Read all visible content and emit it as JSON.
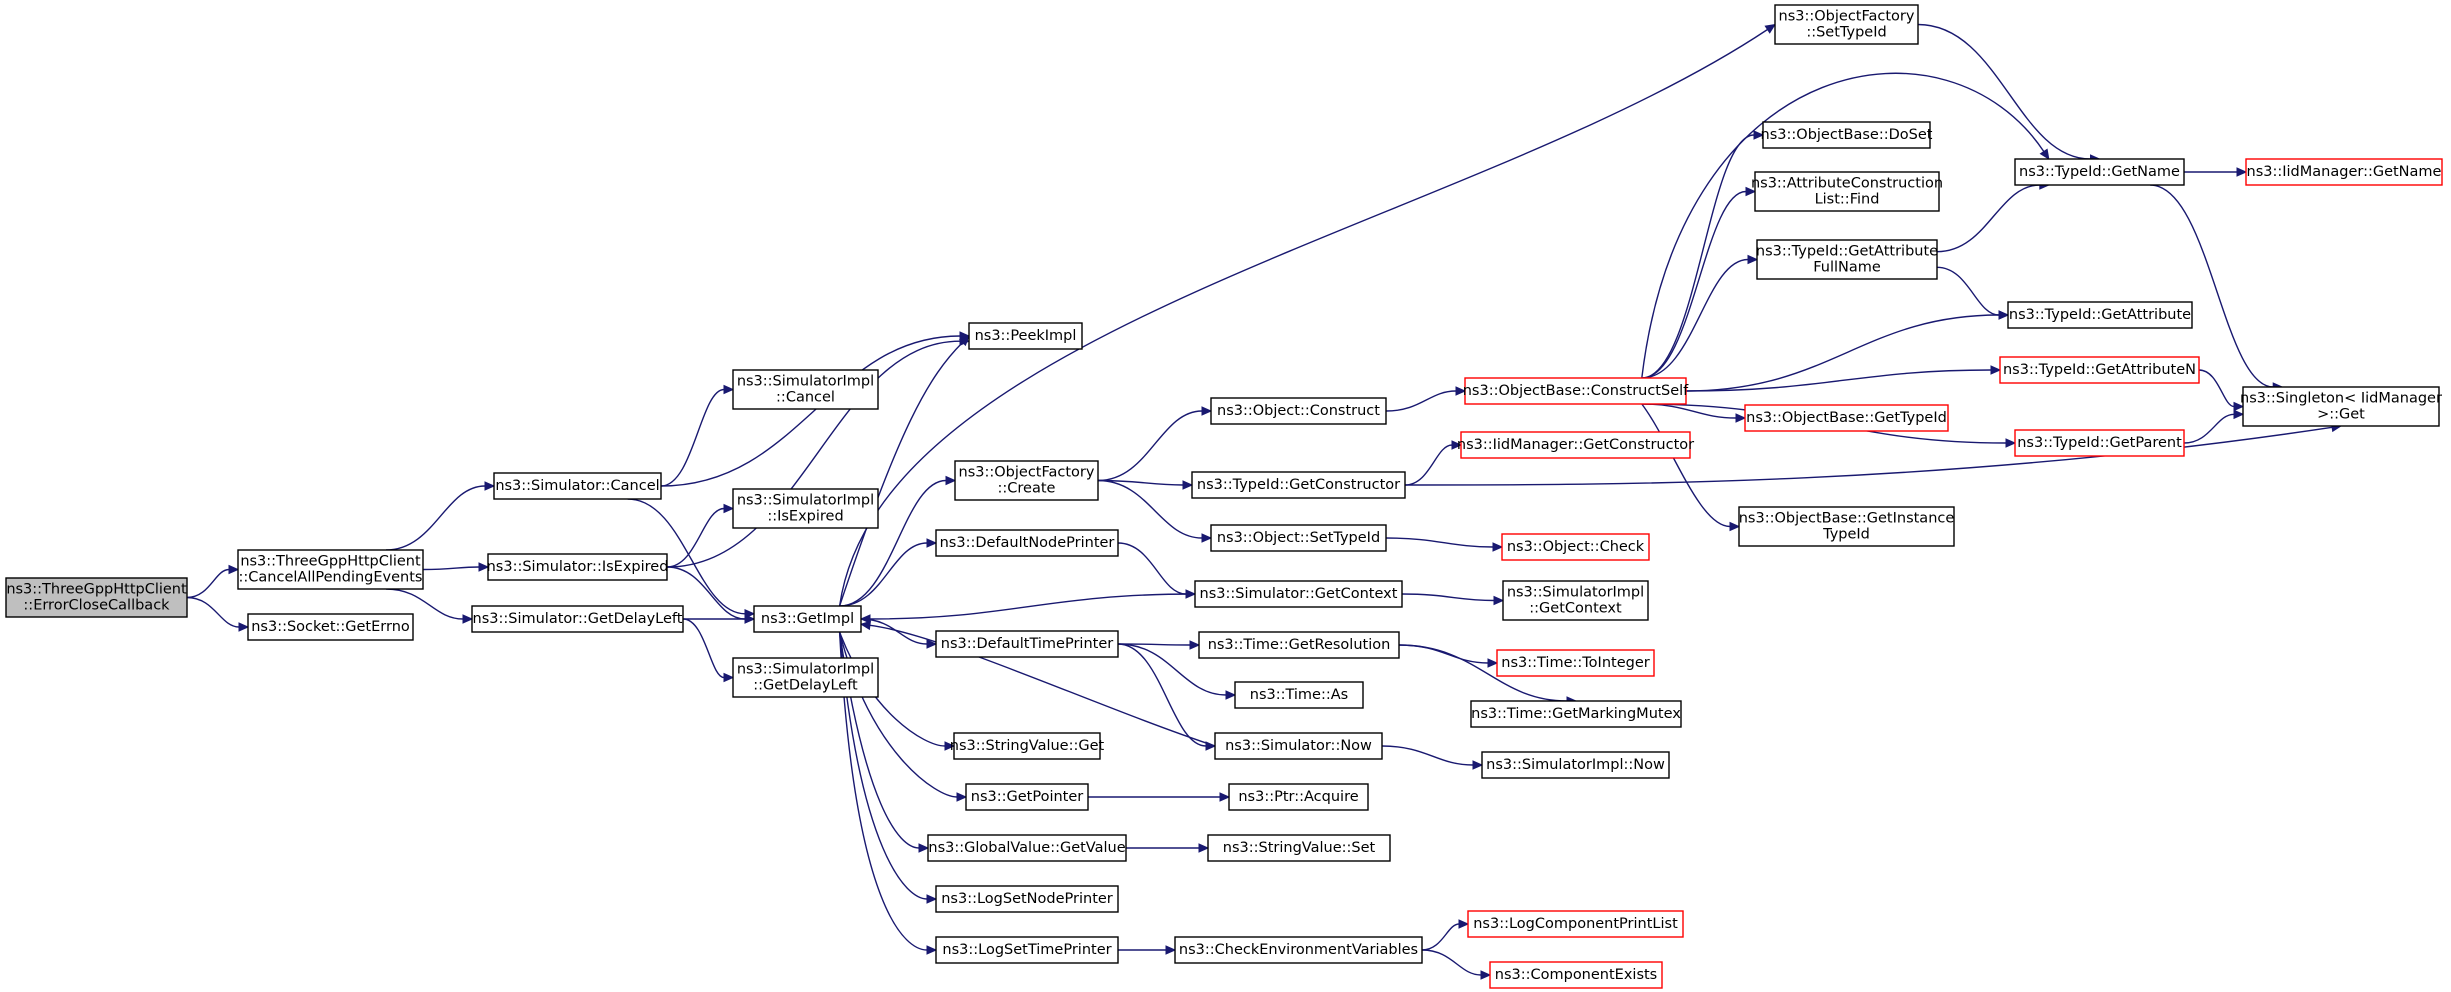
{
  "nodes": {
    "root": [
      "ns3::ThreeGppHttpClient",
      "::ErrorCloseCallback"
    ],
    "cancelall": [
      "ns3::ThreeGppHttpClient",
      "::CancelAllPendingEvents"
    ],
    "geterrno": [
      "ns3::Socket::GetErrno"
    ],
    "simcancel": [
      "ns3::Simulator::Cancel"
    ],
    "simisexpired": [
      "ns3::Simulator::IsExpired"
    ],
    "simgetdelayleft": [
      "ns3::Simulator::GetDelayLeft"
    ],
    "implcancel": [
      "ns3::SimulatorImpl",
      "::Cancel"
    ],
    "implisexpired": [
      "ns3::SimulatorImpl",
      "::IsExpired"
    ],
    "getimpl": [
      "ns3::GetImpl"
    ],
    "implgetdelayleft": [
      "ns3::SimulatorImpl",
      "::GetDelayLeft"
    ],
    "peekimpl": [
      "ns3::PeekImpl"
    ],
    "ofcreate": [
      "ns3::ObjectFactory",
      "::Create"
    ],
    "defaultnodeprinter": [
      "ns3::DefaultNodePrinter"
    ],
    "defaulttimeprinter": [
      "ns3::DefaultTimePrinter"
    ],
    "stringvalueget": [
      "ns3::StringValue::Get"
    ],
    "getpointer": [
      "ns3::GetPointer"
    ],
    "globalvalueget": [
      "ns3::GlobalValue::GetValue"
    ],
    "logsetnodeprinter": [
      "ns3::LogSetNodePrinter"
    ],
    "logsettimeprinter": [
      "ns3::LogSetTimePrinter"
    ],
    "objconstruct": [
      "ns3::Object::Construct"
    ],
    "typeidgetconstructor": [
      "ns3::TypeId::GetConstructor"
    ],
    "objsettypeid": [
      "ns3::Object::SetTypeId"
    ],
    "simgetcontext": [
      "ns3::Simulator::GetContext"
    ],
    "timegetresolution": [
      "ns3::Time::GetResolution"
    ],
    "timeas": [
      "ns3::Time::As"
    ],
    "simnow": [
      "ns3::Simulator::Now"
    ],
    "ptracquire": [
      "ns3::Ptr::Acquire"
    ],
    "stringvalueset": [
      "ns3::StringValue::Set"
    ],
    "checkenv": [
      "ns3::CheckEnvironmentVariables"
    ],
    "constructself": [
      "ns3::ObjectBase::ConstructSelf"
    ],
    "iidgetconstructor": [
      "ns3::IidManager::GetConstructor"
    ],
    "objcheck": [
      "ns3::Object::Check"
    ],
    "implgetcontext": [
      "ns3::SimulatorImpl",
      "::GetContext"
    ],
    "timetointeger": [
      "ns3::Time::ToInteger"
    ],
    "timegetmarkingmutex": [
      "ns3::Time::GetMarkingMutex"
    ],
    "implnow": [
      "ns3::SimulatorImpl::Now"
    ],
    "logcomponentprintlist": [
      "ns3::LogComponentPrintList"
    ],
    "componentexists": [
      "ns3::ComponentExists"
    ],
    "ofsettypeid": [
      "ns3::ObjectFactory",
      "::SetTypeId"
    ],
    "obdoset": [
      "ns3::ObjectBase::DoSet"
    ],
    "attrconstrfind": [
      "ns3::AttributeConstruction",
      "List::Find"
    ],
    "typeidgetattrfullname": [
      "ns3::TypeId::GetAttribute",
      "FullName"
    ],
    "obgetinstancetypeid": [
      "ns3::ObjectBase::GetInstance",
      "TypeId"
    ],
    "obgettypeid": [
      "ns3::ObjectBase::GetTypeId"
    ],
    "typeidgetname": [
      "ns3::TypeId::GetName"
    ],
    "typeidgetattribute": [
      "ns3::TypeId::GetAttribute"
    ],
    "typeidgetattributen": [
      "ns3::TypeId::GetAttributeN"
    ],
    "typeidgetparent": [
      "ns3::TypeId::GetParent"
    ],
    "iidgetname": [
      "ns3::IidManager::GetName"
    ],
    "singletonget": [
      "ns3::Singleton< IidManager",
      ">::Get"
    ]
  }
}
